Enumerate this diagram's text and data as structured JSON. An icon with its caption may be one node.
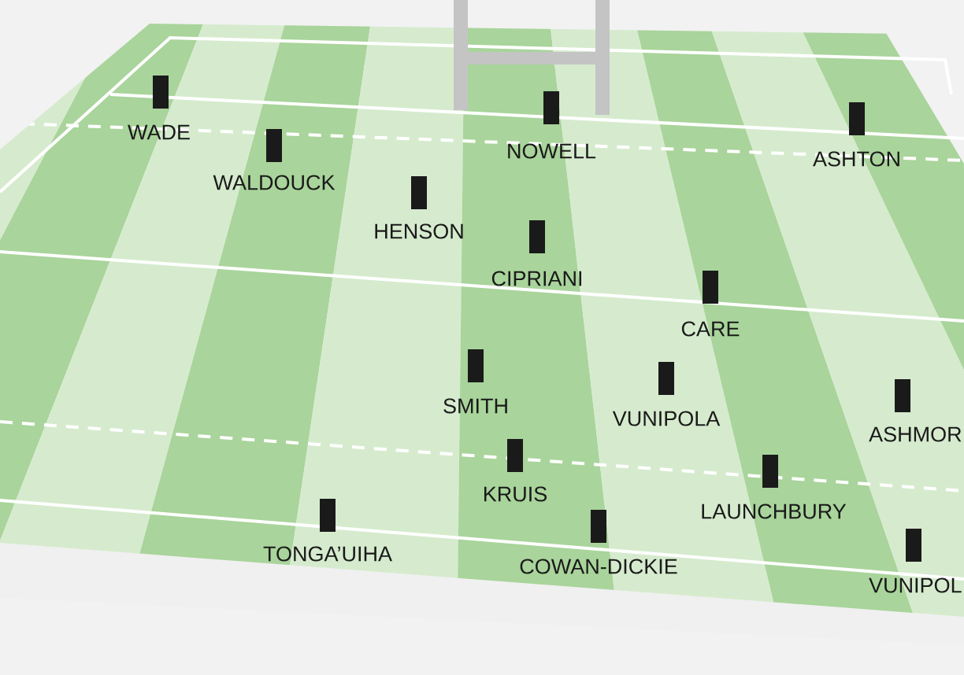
{
  "diagram": {
    "labels": [
      "WADE",
      "NOWELL",
      "ASHTON",
      "WALDOUCK",
      "HENSON",
      "CIPRIANI",
      "CARE",
      "SMITH",
      "VUNIPOLA",
      "ASHMOR",
      "KRUIS",
      "LAUNCHBURY",
      "TONGA’UIHA",
      "COWAN-DICKIE",
      "VUNIPOL"
    ]
  }
}
